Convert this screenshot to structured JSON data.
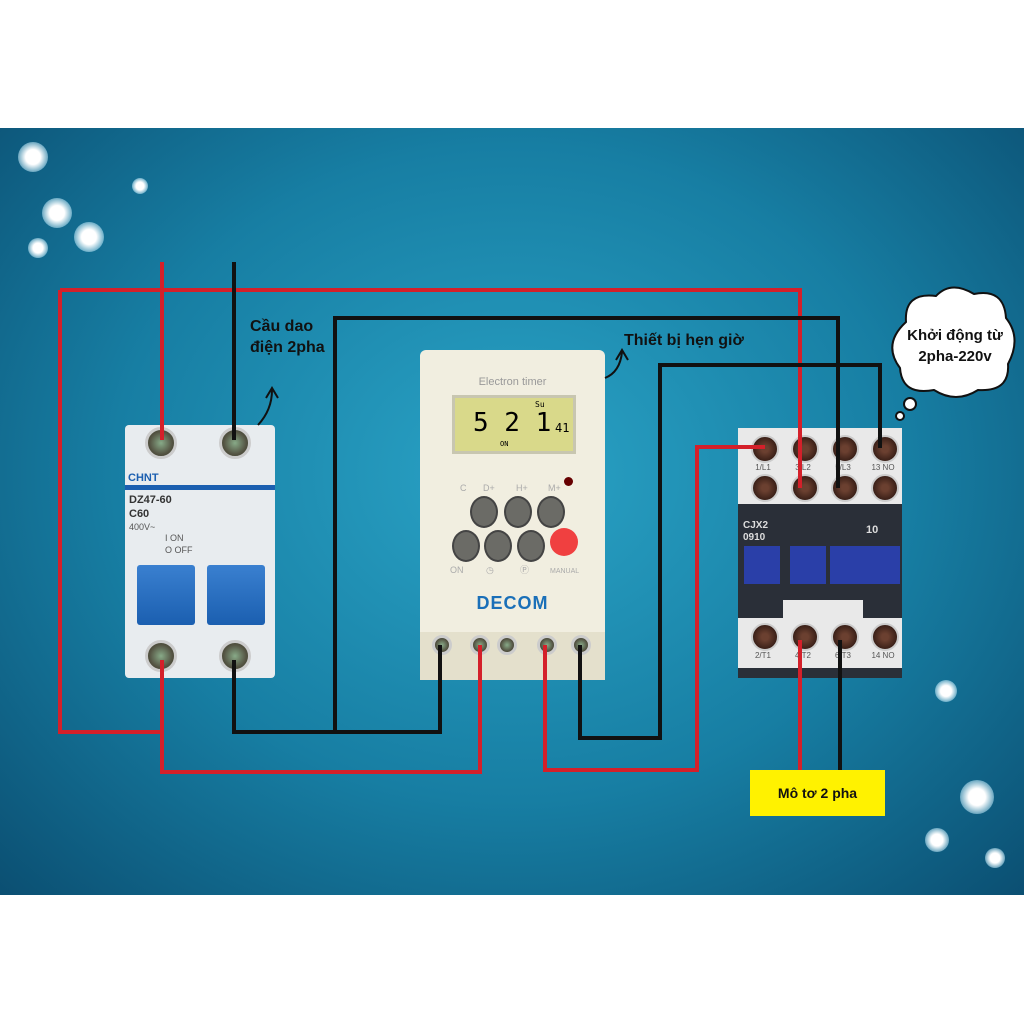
{
  "labels": {
    "breaker": "Cầu dao điện 2pha",
    "timer": "Thiết bị hẹn giờ",
    "contactor": "Khởi động từ 2pha-220v",
    "motor": "Mô tơ 2 pha"
  },
  "breaker": {
    "brand": "CHNT",
    "model": "DZ47-60",
    "rating": "C60",
    "voltage": "400V~",
    "on": "I ON",
    "off": "O OFF"
  },
  "timer": {
    "title": "Electron timer",
    "display_main": "5 2 1",
    "display_small": "41",
    "display_day": "Su",
    "display_status": "ON",
    "buttons": [
      "C",
      "D+",
      "H+",
      "M+",
      "ON",
      "◷",
      "Ⓟ",
      "MANUAL"
    ],
    "brand": "DECOM"
  },
  "contactor": {
    "top_terminals": [
      "1/L1",
      "3/L2",
      "5/L3",
      "13 NO"
    ],
    "bottom_terminals": [
      "2/T1",
      "4/T2",
      "6/T3",
      "14 NO"
    ],
    "model": "CJX2\n0910",
    "contacts": "10"
  },
  "colors": {
    "wire_red": "#d4202a",
    "wire_black": "#111111",
    "label_bg": "#fff200"
  }
}
